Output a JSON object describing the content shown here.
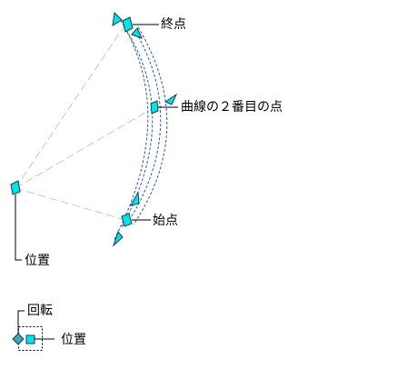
{
  "labels": {
    "end_point": "終点",
    "second_point": "曲線の２番目の点",
    "start_point": "始点",
    "location": "位置"
  },
  "legend": {
    "rotation": "回転",
    "location": "位置"
  },
  "colors": {
    "grip_fill": "#00e5e5",
    "rotation_grip_fill": "#3fa7b5",
    "grip_stroke": "#1a3a5a",
    "curve_stroke": "#2a5aa8",
    "construction_line": "#c8c8c8",
    "leader": "#000000"
  }
}
